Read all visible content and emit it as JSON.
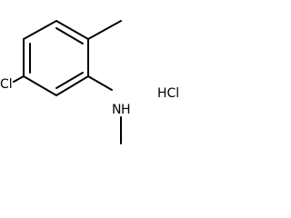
{
  "molecule": {
    "atoms": {
      "chlorine": "Cl",
      "nitrogen": "N",
      "hydrogen": "H",
      "salt": "HCl"
    }
  }
}
